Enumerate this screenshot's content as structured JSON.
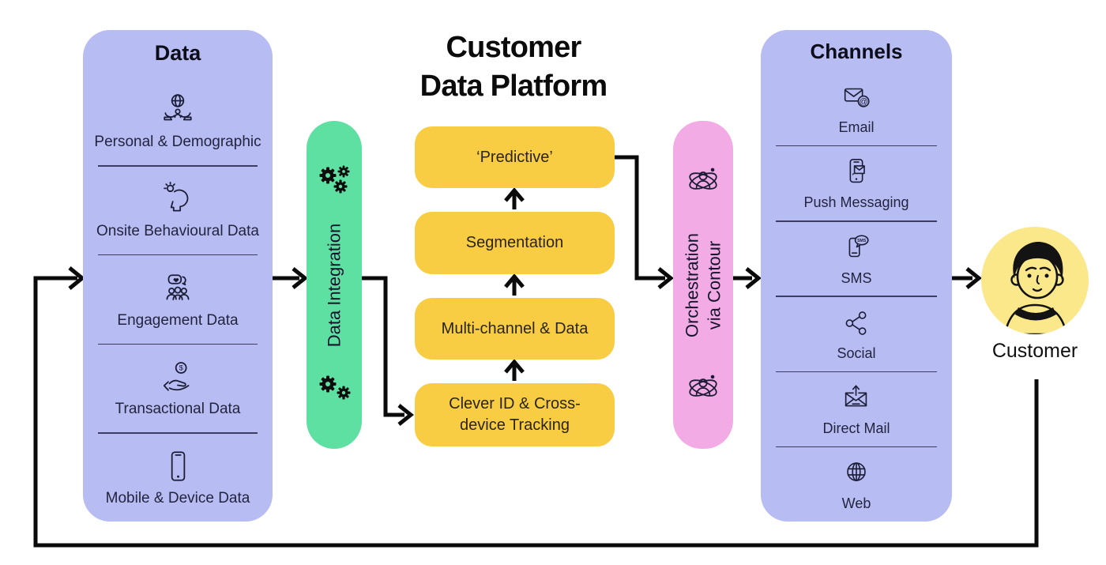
{
  "colors": {
    "lavender": "#b7bcf2",
    "green": "#5fe0a3",
    "yellow": "#f9cd43",
    "pink": "#f3abe5",
    "avatar-bg": "#fbe88b",
    "line": "#0a0a0a",
    "ink": "#15172e",
    "icon": "#1b1d36"
  },
  "title": {
    "line1": "Customer",
    "line2": "Data Platform"
  },
  "data_panel": {
    "title": "Data",
    "items": [
      {
        "label": "Personal & Demographic",
        "icon": "people-globe-icon"
      },
      {
        "label": "Onsite Behavioural Data",
        "icon": "head-idea-icon"
      },
      {
        "label": "Engagement Data",
        "icon": "people-chat-icon"
      },
      {
        "label": "Transactional Data",
        "icon": "hand-coin-icon"
      },
      {
        "label": "Mobile & Device Data",
        "icon": "smartphone-icon"
      }
    ]
  },
  "integration_pill": {
    "label": "Data Integration",
    "icon": "gears-icon"
  },
  "cdp_stack": {
    "predictive": "‘Predictive’",
    "segmentation": "Segmentation",
    "multichannel": "Multi-channel & Data",
    "clever": "Clever ID & Cross-device Tracking"
  },
  "orchestration_pill": {
    "line1": "Orchestration",
    "line2": "via Contour",
    "icon": "orbit-person-icon"
  },
  "channels_panel": {
    "title": "Channels",
    "items": [
      {
        "label": "Email",
        "icon": "email-at-icon"
      },
      {
        "label": "Push Messaging",
        "icon": "phone-message-icon"
      },
      {
        "label": "SMS",
        "icon": "phone-sms-icon"
      },
      {
        "label": "Social",
        "icon": "share-nodes-icon"
      },
      {
        "label": "Direct Mail",
        "icon": "envelope-arrow-icon"
      },
      {
        "label": "Web",
        "icon": "globe-icon"
      }
    ]
  },
  "customer": {
    "label": "Customer"
  },
  "icons": {
    "sms_bubble_text": "SMS",
    "email_at_symbol": "@",
    "coin_dollar_symbol": "$"
  }
}
